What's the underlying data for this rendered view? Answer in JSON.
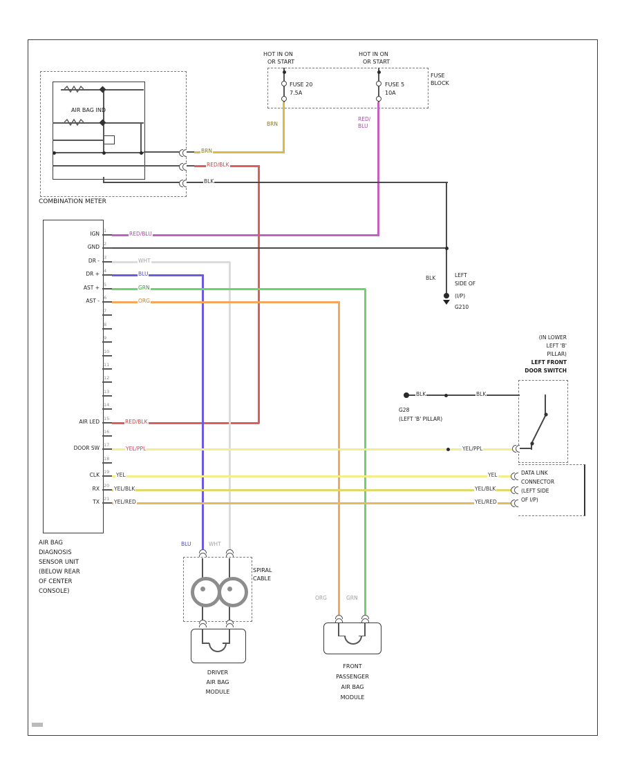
{
  "fuse_block": {
    "hot_left_1": "HOT IN ON",
    "hot_left_2": "OR START",
    "hot_right_1": "HOT IN ON",
    "hot_right_2": "OR START",
    "fuse20_name": "FUSE 20",
    "fuse20_amp": "7.5A",
    "fuse5_name": "FUSE 5",
    "fuse5_amp": "10A",
    "block_1": "FUSE",
    "block_2": "BLOCK"
  },
  "meter": {
    "title": "COMBINATION METER",
    "indicator": "AIR BAG IND"
  },
  "sdm": {
    "name": [
      "AIR BAG",
      "DIAGNOSIS",
      "SENSOR UNIT",
      "(BELOW REAR",
      "OF CENTER",
      "CONSOLE)"
    ],
    "pins": [
      {
        "n": "1",
        "label": "IGN"
      },
      {
        "n": "2",
        "label": "GND"
      },
      {
        "n": "3",
        "label": "DR -"
      },
      {
        "n": "4",
        "label": "DR +"
      },
      {
        "n": "5",
        "label": "AST +"
      },
      {
        "n": "6",
        "label": "AST -"
      },
      {
        "n": "7",
        "label": ""
      },
      {
        "n": "8",
        "label": ""
      },
      {
        "n": "9",
        "label": ""
      },
      {
        "n": "10",
        "label": ""
      },
      {
        "n": "11",
        "label": ""
      },
      {
        "n": "12",
        "label": ""
      },
      {
        "n": "13",
        "label": ""
      },
      {
        "n": "14",
        "label": ""
      },
      {
        "n": "15",
        "label": "AIR LED"
      },
      {
        "n": "16",
        "label": ""
      },
      {
        "n": "17",
        "label": "DOOR SW"
      },
      {
        "n": "18",
        "label": ""
      },
      {
        "n": "19",
        "label": "CLK"
      },
      {
        "n": "20",
        "label": "RX"
      },
      {
        "n": "21",
        "label": "TX"
      }
    ]
  },
  "wire_labels": {
    "brn": "BRN",
    "red_blu": "RED/BLU",
    "red_blu_1": "RED/",
    "red_blu_2": "BLU",
    "red_blk": "RED/BLK",
    "blk": "BLK",
    "wht": "WHT",
    "blu": "BLU",
    "grn": "GRN",
    "org": "ORG",
    "yel": "YEL",
    "yel_ppl": "YEL/PPL",
    "yel_blk": "YEL/BLK",
    "yel_red": "YEL/RED"
  },
  "ground_g210": {
    "lines": [
      "LEFT",
      "SIDE OF",
      "(I/P)",
      "G210"
    ]
  },
  "door_switch": {
    "location": [
      "(IN LOWER",
      "LEFT 'B'",
      "PILLAR)"
    ],
    "name": [
      "LEFT FRONT",
      "DOOR SWITCH"
    ],
    "ground_id": "G28",
    "ground_loc": "(LEFT 'B' PILLAR)"
  },
  "ddl": {
    "name": [
      "DATA LINK",
      "CONNECTOR",
      "(LEFT SIDE",
      "OF I/P)"
    ]
  },
  "spiral_cable": {
    "name_1": "SPIRAL",
    "name_2": "CABLE"
  },
  "driver_module": {
    "name": [
      "DRIVER",
      "AIR BAG",
      "MODULE"
    ]
  },
  "passenger_module": {
    "name": [
      "FRONT",
      "PASSENGER",
      "AIR BAG",
      "MODULE"
    ]
  },
  "colors": {
    "brn": "#d8ba45",
    "red_blu": "#c45fc4",
    "red_blk": "#e05c5c",
    "blk": "#4a4a4a",
    "wht": "#dcdcdc",
    "blu": "#6a5ae0",
    "grn": "#6dd36d",
    "org": "#f2a75c",
    "yel": "#f2ee8a",
    "yel_blk": "#e0d96a",
    "yel_red": "#e8b85c"
  }
}
